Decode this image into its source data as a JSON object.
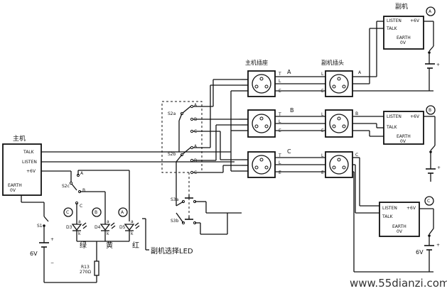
{
  "main_unit": {
    "title": "主机",
    "talk": "TALK",
    "listen": "LISTEN",
    "plus6v": "+6V",
    "earth": "EARTH",
    "zero_v": "0V"
  },
  "sub_units": [
    {
      "title": "副机",
      "badge": "A",
      "listen": "LISTEN",
      "plus6v": "+6V",
      "talk": "TALK",
      "earth": "EARTH",
      "zero_v": "0V"
    },
    {
      "badge": "B",
      "listen": "LISTEN",
      "plus6v": "+6V",
      "talk": "TALK",
      "earth": "EARTH",
      "zero_v": "0V"
    },
    {
      "badge": "C",
      "listen": "LISTEN",
      "plus6v": "+6V",
      "talk": "TALK",
      "earth": "EARTH",
      "zero_v": "0V"
    }
  ],
  "connectors": {
    "socket_title": "主机插座",
    "plug_title": "副机插头",
    "line_a": "A",
    "line_b": "B",
    "line_c": "C",
    "pin_t": "T",
    "pin_l": "L",
    "pin_e": "E"
  },
  "switches": {
    "s2a": "S2a",
    "s2b": "S2b",
    "s2c": "S2c",
    "s3a": "S3a",
    "s3b": "S3b",
    "s1": "S1",
    "pos_a": "A",
    "pos_b": "B",
    "pos_c": "C"
  },
  "leds": {
    "d3": "D3",
    "d4": "D4",
    "d5": "D5",
    "badge_c": "C",
    "badge_b": "B",
    "badge_a": "A",
    "anode": "a",
    "cathode": "k",
    "color_green": "绿",
    "color_yellow": "黄",
    "color_red": "红",
    "caption": "副机选择LED"
  },
  "resistor": {
    "ref": "R13",
    "value": "270Ω"
  },
  "battery": {
    "plus": "+",
    "minus": "−",
    "voltage_main": "6V",
    "voltage_sub": "6V"
  },
  "watermark": "www.55dianzi.com"
}
